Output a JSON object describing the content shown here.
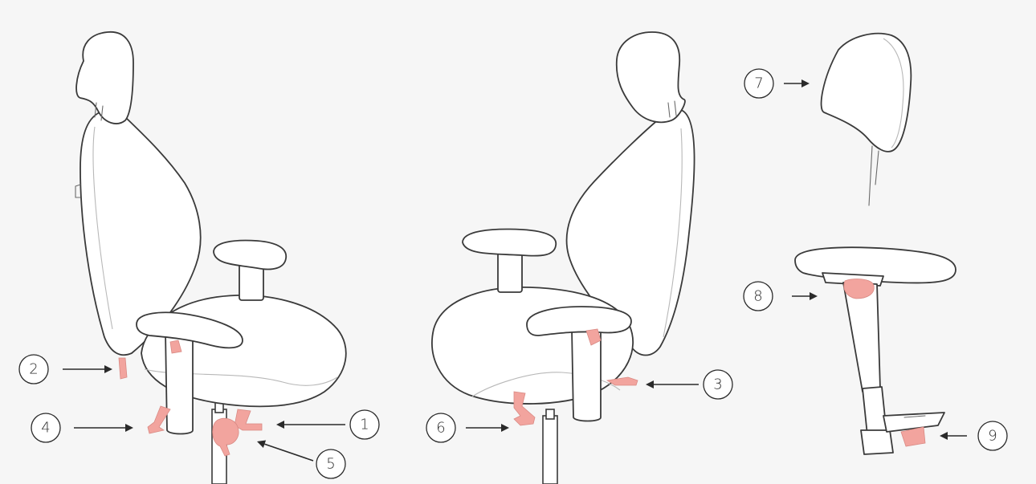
{
  "callouts": [
    {
      "id": "1",
      "label": "1"
    },
    {
      "id": "2",
      "label": "2"
    },
    {
      "id": "3",
      "label": "3"
    },
    {
      "id": "4",
      "label": "4"
    },
    {
      "id": "5",
      "label": "5"
    },
    {
      "id": "6",
      "label": "6"
    },
    {
      "id": "7",
      "label": "7"
    },
    {
      "id": "8",
      "label": "8"
    },
    {
      "id": "9",
      "label": "9"
    }
  ],
  "colors": {
    "background": "#f6f6f6",
    "outline": "#3a3a3a",
    "lever_highlight": "#f2a49e",
    "arrow": "#2a2a2a"
  }
}
